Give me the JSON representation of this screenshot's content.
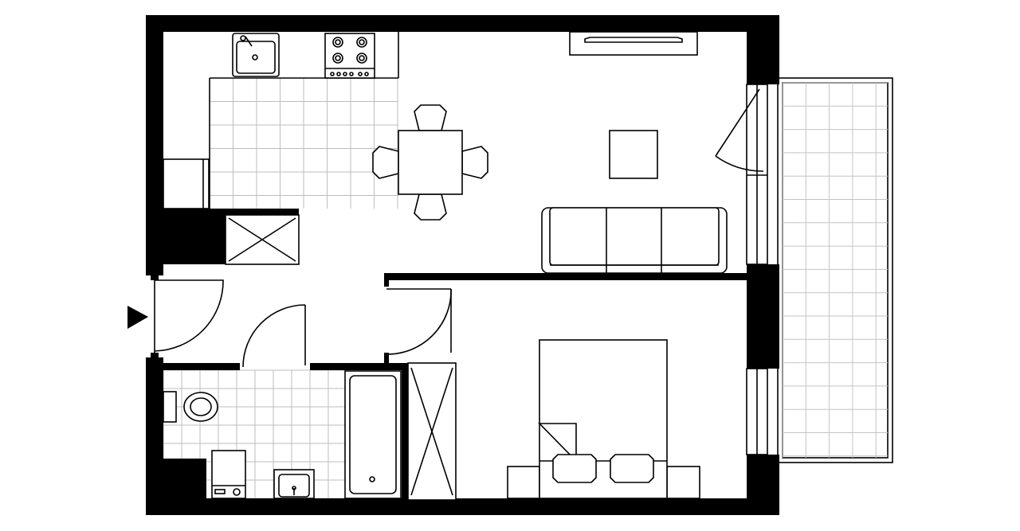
{
  "plan": {
    "colors": {
      "wall": "#000000",
      "line": "#000000",
      "background": "#ffffff",
      "tile_grid": "#bdbdbd",
      "balcony_grid": "#c4c4c4"
    },
    "rooms": [
      "kitchen",
      "living-room",
      "hallway",
      "bathroom",
      "bedroom",
      "balcony"
    ],
    "icons": {
      "entrance": "entrance-arrow-icon"
    }
  }
}
